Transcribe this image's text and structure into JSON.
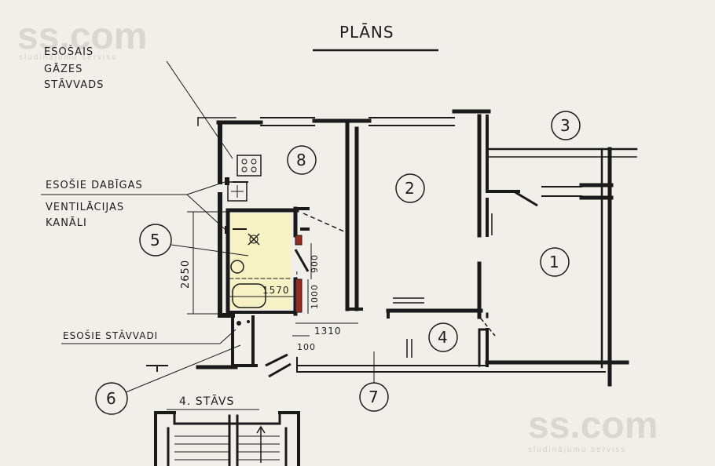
{
  "title": "PLĀNS",
  "floor_label": "4. STĀVS",
  "watermark": {
    "brand": "ss.com",
    "tagline": "sludinājumu serviss"
  },
  "annotations": {
    "gas_riser": [
      "ESOŠAIS",
      "GĀZES",
      "STĀVVADS"
    ],
    "vent_channels": [
      "ESOŠIE DABĪGAS",
      "VENTILĀCIJAS",
      "KANĀLI"
    ],
    "risers": "ESOŠIE STĀVVADI"
  },
  "dimensions": {
    "height_2650": "2650",
    "width_1570": "1570",
    "width_1310": "1310",
    "d_900": "900",
    "d_1000": "1000",
    "d_100": "100"
  },
  "rooms": [
    "1",
    "2",
    "3",
    "4",
    "5",
    "6",
    "7",
    "8"
  ],
  "colors": {
    "paper": "#f1efe9",
    "ink": "#1a1a1a",
    "bathroom_fill": "#f6f2c4",
    "new_wall": "#9b2a1e"
  }
}
